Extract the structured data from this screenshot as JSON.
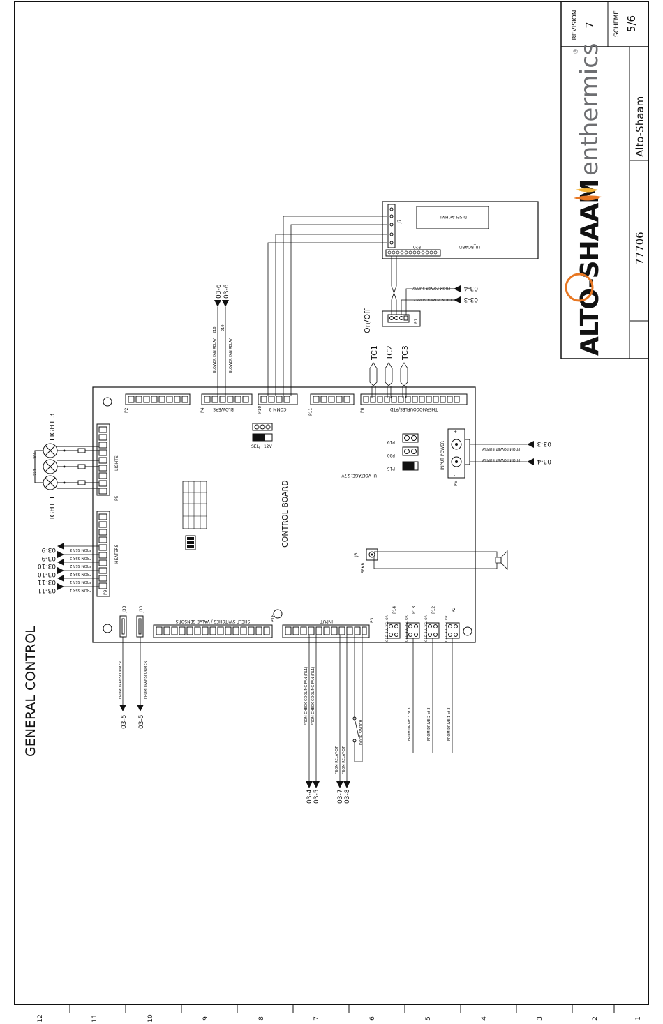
{
  "title": "GENERAL CONTROL",
  "title_block": {
    "revision_label": "REVISION",
    "revision_value": "7",
    "scheme_label": "SCHEME",
    "scheme_value": "5/6",
    "brand_name": "ALTO-SHAAM",
    "brand_sub": "enthermics",
    "registered": "®",
    "drawing_number": "77706",
    "company": "Alto-Shaam"
  },
  "zones": [
    "12",
    "11",
    "10",
    "9",
    "8",
    "7",
    "6",
    "5",
    "4",
    "3",
    "2",
    "1"
  ],
  "board": {
    "label": "CONTROL BOARD",
    "sel_label": "SEL/+12V",
    "ui_voltage": "UI VOLTAGE: 27V",
    "input_power": "INPUT POWER",
    "speaker": "SPKR",
    "connectors": {
      "p2": "P2",
      "p4": "P4",
      "p10": "P10",
      "p11": "P11",
      "p8": "P8",
      "p5": "P5",
      "p9": "P9",
      "p6": "P6",
      "p3": "P3",
      "p18": "P18",
      "j3": "J3",
      "j30": "J30",
      "j33": "J33",
      "p14": "P14",
      "p13": "P13",
      "p12": "P12",
      "pp2": "P2",
      "p19": "P19",
      "p20": "P20",
      "p15": "P15"
    },
    "groups": {
      "blowers": "BLOWERS",
      "comm": "COMM 2",
      "thermo": "THERMOCOUPLES/RTD",
      "lights": "LIGHTS",
      "heaters": "HEATERS",
      "input": "INPUT",
      "shelf": "SHELF SWITCHES / VALVE SENSORS"
    }
  },
  "thermocouples": [
    "TC1",
    "TC2",
    "TC3"
  ],
  "lights": {
    "light1": "LIGHT 1",
    "light3": "LIGHT 3",
    "w273": "273",
    "w306": "306"
  },
  "onoff": {
    "label": "On/Off",
    "p1": "P1"
  },
  "ui_board": {
    "label": "UI_BOARD",
    "display": "DISPLAY HMI",
    "j7": "J7",
    "p20": "P20"
  },
  "wires": {
    "from_power_supply": "FROM POWER SUPPLY",
    "ref_03_4": "03-4",
    "ref_03_3": "03-3",
    "blower_fan_relay": "BLOWER FAN RELAY",
    "blower_fan_relay_2": "BLOWER FAN RELAY",
    "w218": "218",
    "w219": "219",
    "ref_03_6": "03-6",
    "from_transformer": "FROM TRANSFORMER",
    "ref_03_5": "03-5",
    "from_ssr_3": "FROM SSR 3",
    "from_ssr_2": "FROM SSR 2",
    "from_ssr_1": "FROM SSR 1",
    "ref_03_9": "03-9",
    "ref_03_10": "03-10",
    "ref_03_11": "03-11",
    "cooling_fan_1": "FROM CHECK COOLING FAN (RL1)",
    "cooling_fan_2": "FROM CHECK COOLING FAN (RL1)",
    "relay_ot_1": "FROM RELAY-OT",
    "relay_ot_2": "FROM RELAY-OT",
    "door_switch": "DOOR SWITCH",
    "ref_03_7": "03-7",
    "ref_03_8": "03-8",
    "drive_3": "FROM DRIVE 3 of 3",
    "drive_2": "FROM DRIVE 2 of 3",
    "drive_1": "FROM DRIVE 1 of 3",
    "drive_pins": "GRD BLU YEL OR"
  },
  "colors": {
    "line": "#111111",
    "brand_orange": "#e87722",
    "brand_blue": "#2a6db5",
    "brand_grey": "#6d6e71"
  }
}
